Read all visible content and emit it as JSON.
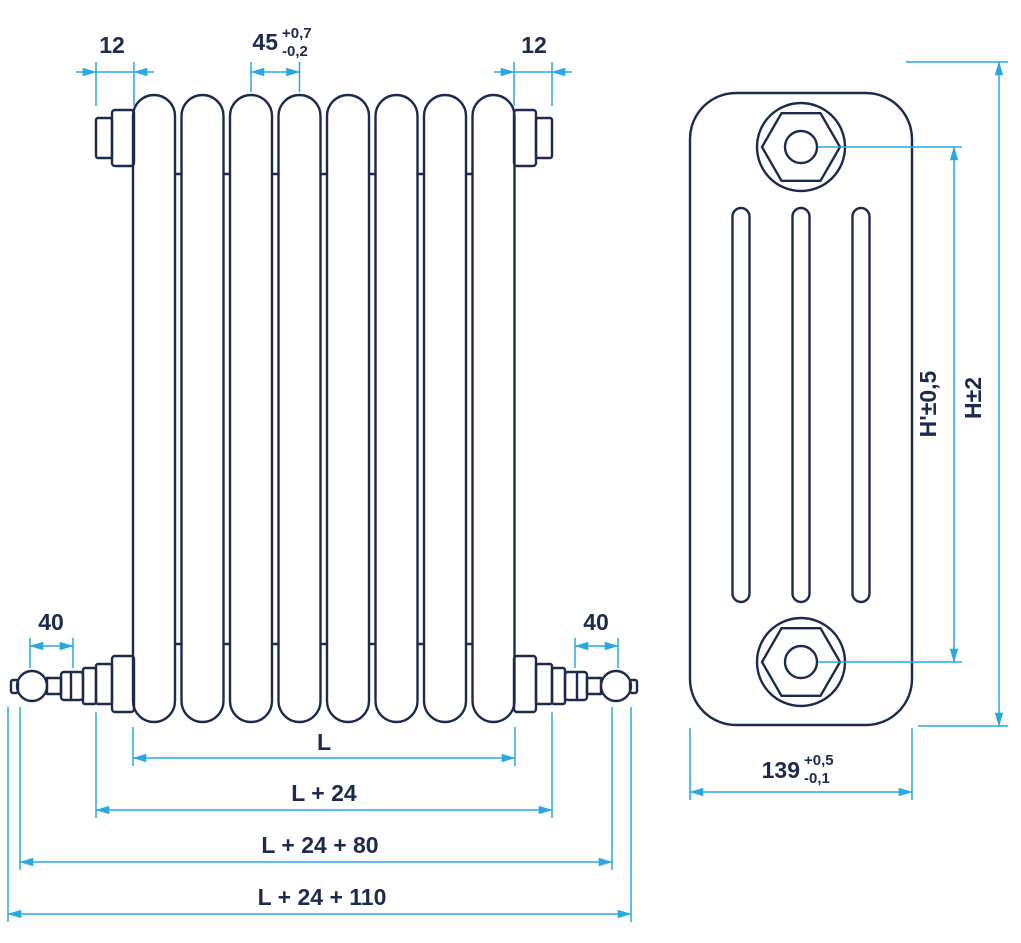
{
  "colors": {
    "line": "#1c2b4d",
    "dimension": "#29a8e0",
    "text": "#1c2b4d",
    "background": "#ffffff"
  },
  "front_view": {
    "plug_left": "12",
    "plug_right": "12",
    "pitch": {
      "value": "45",
      "tol_plus": "+0,7",
      "tol_minus": "-0,2"
    },
    "valve_left": "40",
    "valve_right": "40",
    "length": "L",
    "length_plus_24": "L + 24",
    "length_plus_80": "L + 24 + 80",
    "length_plus_110": "L + 24 + 110"
  },
  "side_view": {
    "height_between_centers": "H'±0,5",
    "height_overall": "H±2",
    "depth": {
      "value": "139",
      "tol_plus": "+0,5",
      "tol_minus": "-0,1"
    }
  }
}
